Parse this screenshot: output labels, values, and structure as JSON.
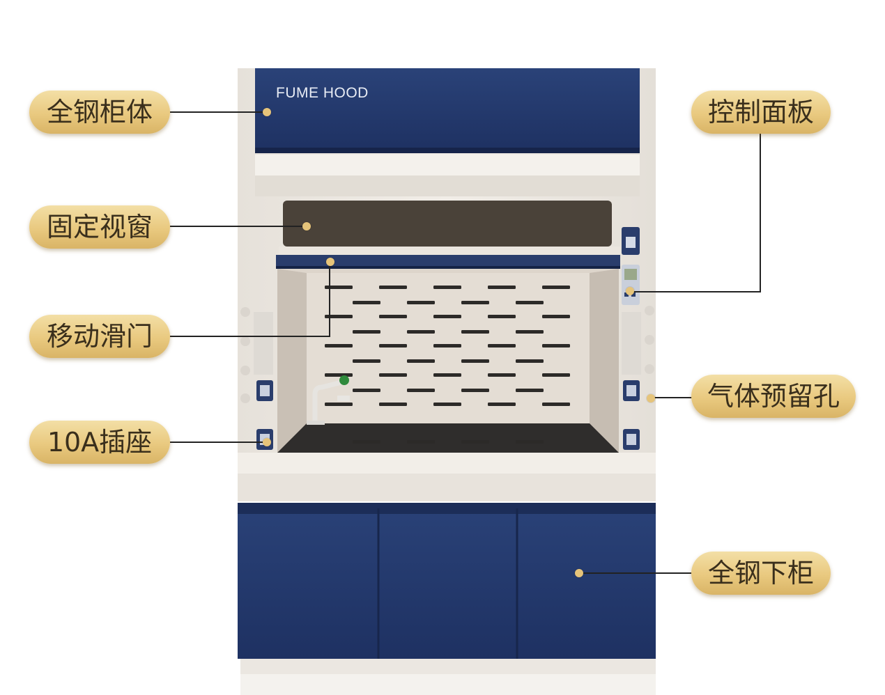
{
  "product": {
    "brand_text": "FUME HOOD"
  },
  "callouts": {
    "cabinet_body": "全钢柜体",
    "fixed_window": "固定视窗",
    "sliding_door": "移动滑门",
    "socket": "10A插座",
    "control_panel": "控制面板",
    "gas_hole": "气体预留孔",
    "lower_cabinet": "全钢下柜"
  },
  "colors": {
    "cabinet_navy": "#243a6e",
    "frame_white": "#ede8e2",
    "label_gold": "#e9c97f"
  }
}
